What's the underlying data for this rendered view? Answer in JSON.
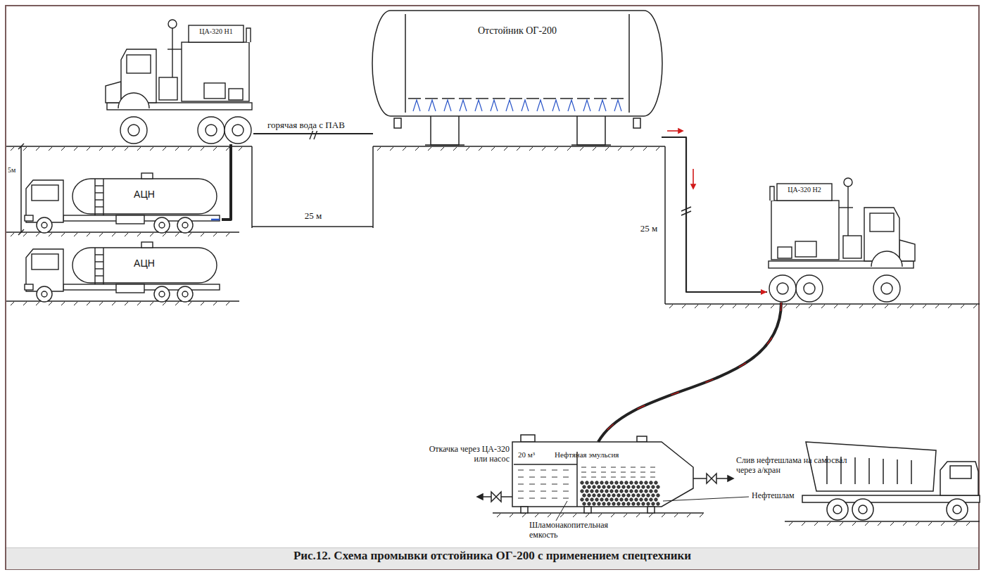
{
  "diagram": {
    "caption": "Рис.12. Схема промывки отстойника ОГ-200 с применением спецтехники",
    "nodes": [
      {
        "text": [
          "ЦА-320 Н1"
        ]
      },
      {
        "text": [
          "Отстойник ОГ-200"
        ]
      },
      {
        "text": [
          "АЦН"
        ]
      },
      {
        "text": [
          "АЦН"
        ]
      },
      {
        "text": [
          "ЦА-320 Н2"
        ]
      },
      {
        "text": [
          "20 м³",
          "Нефтяная эмульсия"
        ]
      }
    ],
    "edges": [
      {
        "from": 2,
        "to": 0,
        "arrow": "none"
      },
      {
        "from": 0,
        "to": 1,
        "label": "горячая вода с ПАВ",
        "arrow": "none"
      },
      {
        "from": 1,
        "to": 4,
        "arrow": "to"
      },
      {
        "from": 4,
        "to": 5,
        "arrow": "none"
      }
    ],
    "labels": [
      "5м",
      "25 м",
      "25 м",
      "Откачка через ЦА-320 или насос",
      "Нефтешлам",
      "Слив нефтешлама на самосвал через а/кран",
      "Шламонакопительная емкость"
    ]
  }
}
